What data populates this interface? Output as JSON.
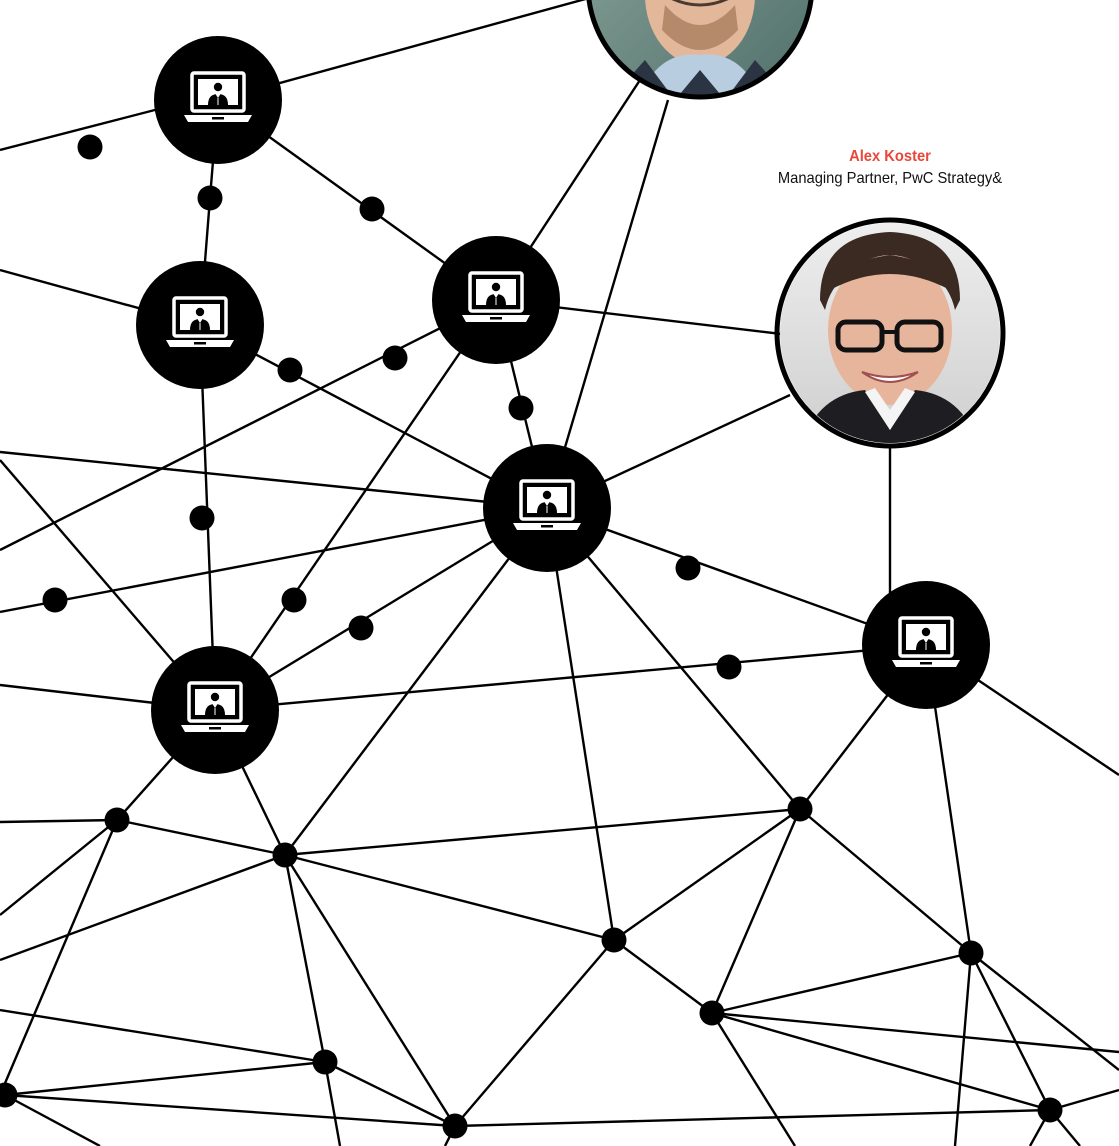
{
  "person": {
    "name": "Alex Koster",
    "title": "Managing Partner, PwC Strategy&"
  },
  "colors": {
    "accent": "#e8473a",
    "line": "#000000",
    "node": "#000000",
    "background": "#ffffff"
  },
  "icons": {
    "laptop_node": "laptop-user-icon",
    "small_node": "network-dot",
    "portrait": "portrait-photo"
  }
}
